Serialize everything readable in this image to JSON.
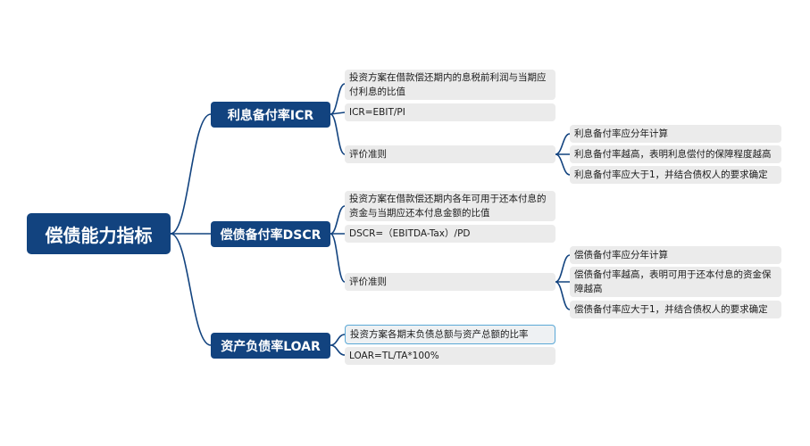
{
  "root": "偿债能力指标",
  "branches": [
    {
      "title": "利息备付率ICR",
      "items": [
        "投资方案在借款偿还期内的息税前利润与当期应付利息的比值",
        "ICR=EBIT/PI",
        "评价准则"
      ],
      "criteria": [
        "利息备付率应分年计算",
        "利息备付率越高，表明利息偿付的保障程度越高",
        "利息备付率应大于1，并结合债权人的要求确定"
      ]
    },
    {
      "title": "偿债备付率DSCR",
      "items": [
        "投资方案在借款偿还期内各年可用于还本付息的资金与当期应还本付息金额的比值",
        "DSCR=（EBITDA-Tax）/PD",
        "评价准则"
      ],
      "criteria": [
        "偿债备付率应分年计算",
        "偿债备付率越高，表明可用于还本付息的资金保障越高",
        "偿债备付率应大于1，并结合债权人的要求确定"
      ]
    },
    {
      "title": "资产负债率LOAR",
      "items": [
        "投资方案各期末负债总额与资产总额的比率",
        "LOAR=TL/TA*100%"
      ]
    }
  ],
  "colors": {
    "node": "#12437f",
    "leaf": "#ebebeb",
    "line": "#12437f",
    "selected_border": "#5aa8d6"
  }
}
